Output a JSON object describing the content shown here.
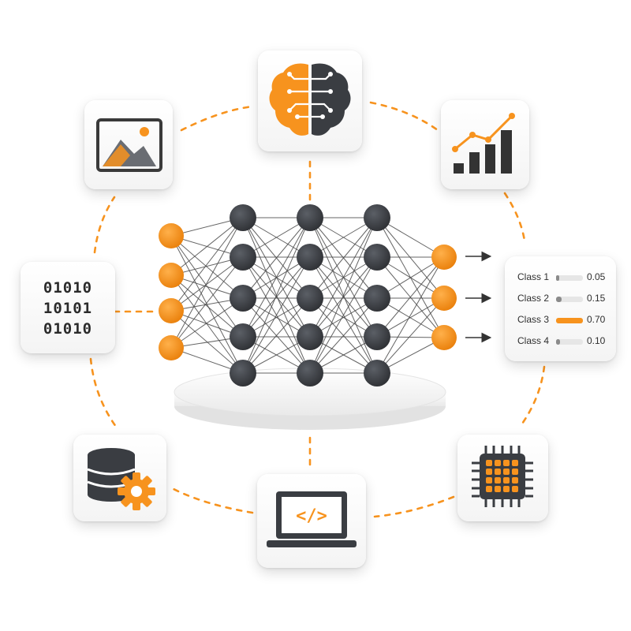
{
  "colors": {
    "accent": "#F7931E",
    "node_dark": "#3A3D42",
    "edge": "#4a4a4a",
    "card_bg": "#F4F4F4"
  },
  "network": {
    "layers": [
      4,
      5,
      5,
      5,
      3
    ],
    "input_color": "orange",
    "hidden_color": "dark",
    "output_color": "orange"
  },
  "cards": {
    "image": {
      "icon": "image-icon"
    },
    "brain": {
      "icon": "brain-icon"
    },
    "chart": {
      "icon": "bar-chart-trend-icon"
    },
    "binary": {
      "icon": "binary-data-icon",
      "lines": [
        "01010",
        "10101",
        "01010"
      ]
    },
    "classes": {
      "items": [
        {
          "label": "Class 1",
          "value": "0.05",
          "fraction": 0.05,
          "highlight": false
        },
        {
          "label": "Class 2",
          "value": "0.15",
          "fraction": 0.15,
          "highlight": false
        },
        {
          "label": "Class 3",
          "value": "0.70",
          "fraction": 0.7,
          "highlight": true
        },
        {
          "label": "Class 4",
          "value": "0.10",
          "fraction": 0.1,
          "highlight": false
        }
      ]
    },
    "database": {
      "icon": "database-gear-icon"
    },
    "code": {
      "icon": "laptop-code-icon",
      "glyph": "</>"
    },
    "chip": {
      "icon": "chip-icon"
    }
  }
}
